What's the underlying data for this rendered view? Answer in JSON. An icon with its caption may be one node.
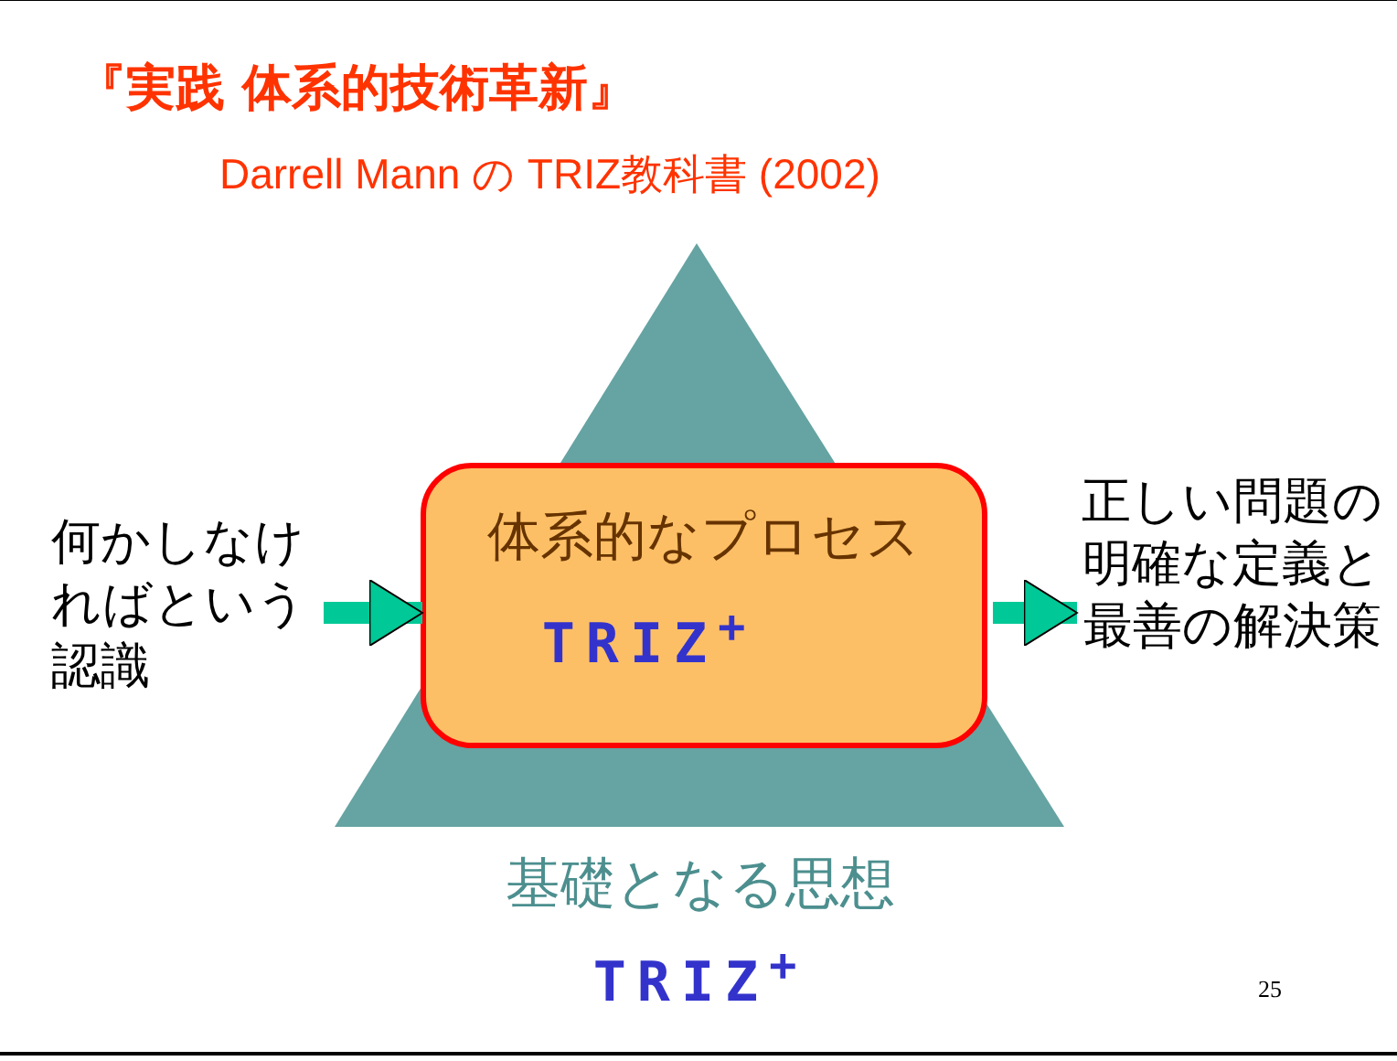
{
  "diagram": {
    "title": "『実践 体系的技術革新』",
    "nodes": [
      {
        "text": [
          "基礎となる思想",
          "TRIZ$^{+}$"
        ]
      },
      {
        "text": [
          "体系的なプロセス",
          "TRIZ$^{+}$"
        ],
        "in": 0
      },
      {
        "text": [
          "何かしなければという認識"
        ]
      },
      {
        "text": [
          "正しい問題の明確な定義と最善の解決策"
        ]
      }
    ],
    "edges": [
      {
        "from": 2,
        "to": 1,
        "arrow": "to",
        "color": "#00c896"
      },
      {
        "from": 1,
        "to": 3,
        "arrow": "to",
        "color": "#00c896"
      }
    ],
    "labels": [
      "Darrell Mann の TRIZ教科書 (2002)",
      "25"
    ]
  }
}
